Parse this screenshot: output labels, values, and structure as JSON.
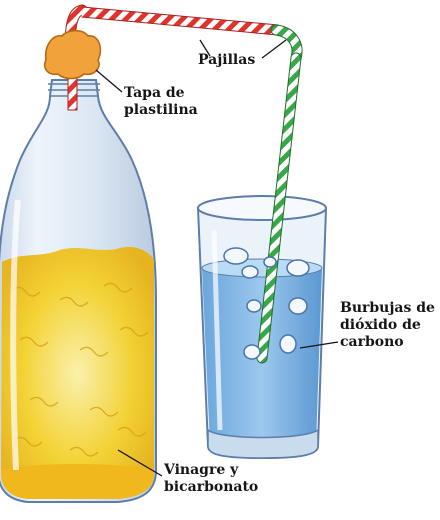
{
  "labels": {
    "straws": "Pajillas",
    "cap_line1": "Tapa de",
    "cap_line2": "plastilina",
    "bubbles_line1": "Burbujas de",
    "bubbles_line2": "dióxido de",
    "bubbles_line3": "carbono",
    "mixture_line1": "Vinagre y",
    "mixture_line2": "bicarbonato"
  },
  "colors": {
    "bottle_glass": "#dfe9f4",
    "mixture": "#f4d12a",
    "clay_cap": "#f2a23a",
    "red_straw": "#e0332e",
    "green_straw": "#3aa64a",
    "water": "#7fb6e6"
  }
}
